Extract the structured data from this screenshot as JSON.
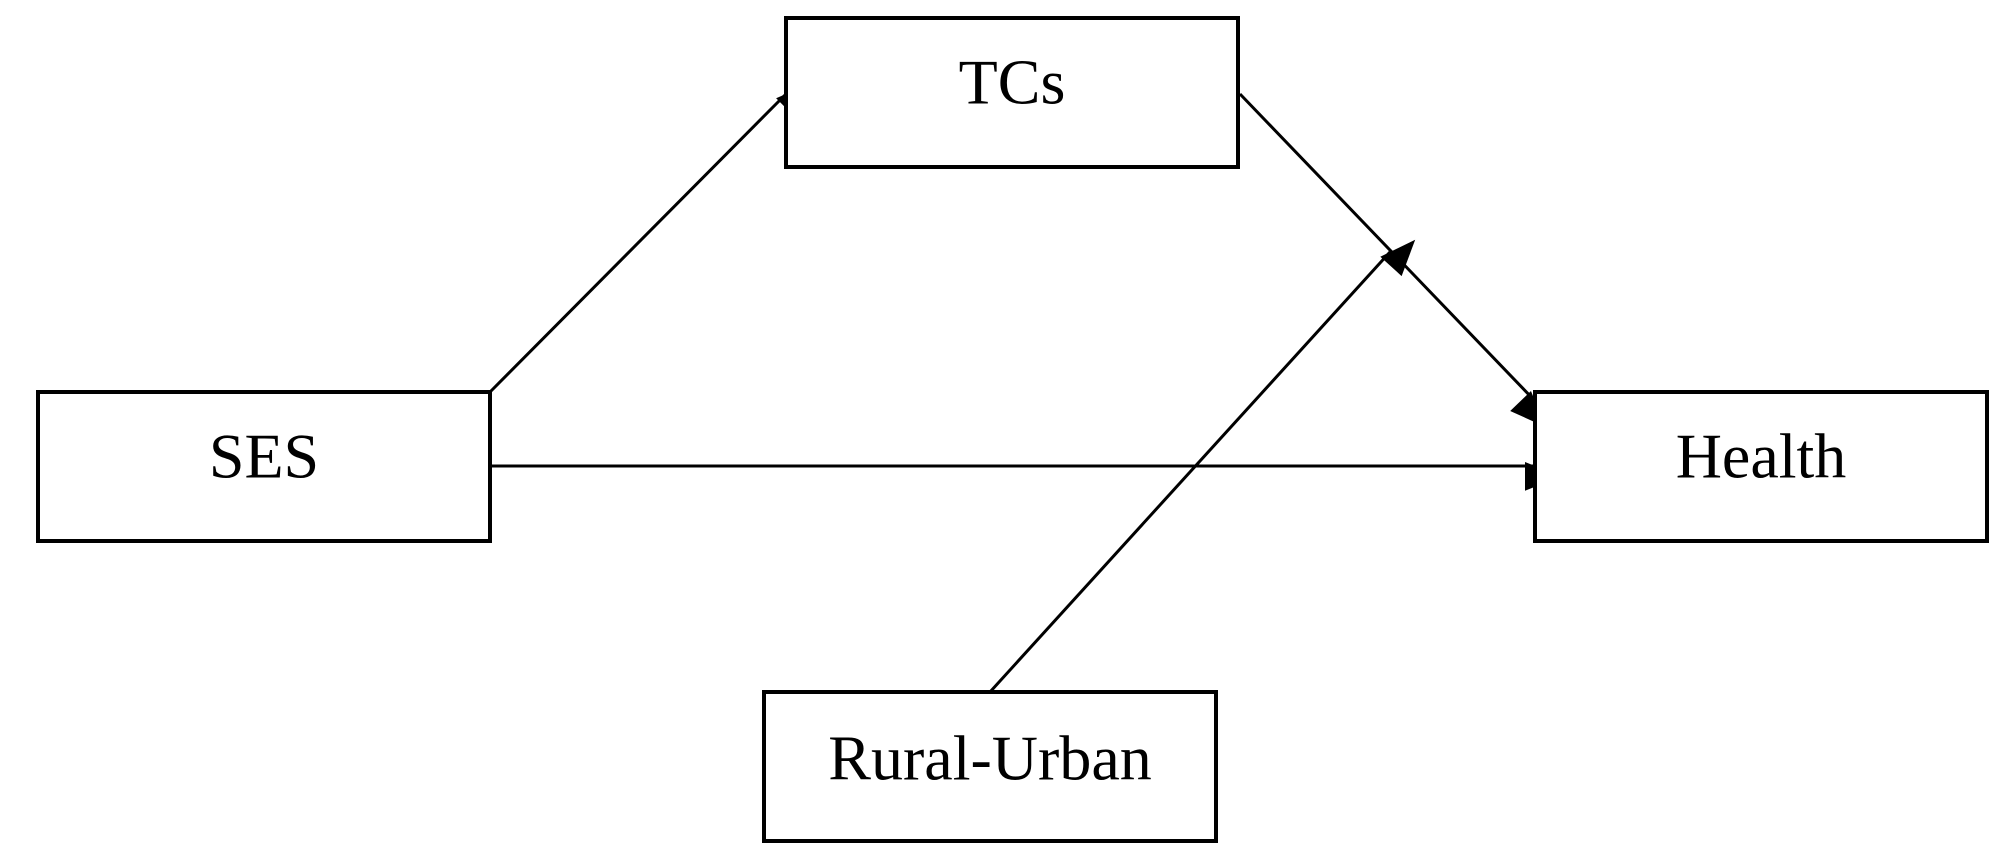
{
  "diagram": {
    "nodes": {
      "ses": {
        "label": "SES"
      },
      "tcs": {
        "label": "TCs"
      },
      "health": {
        "label": "Health"
      },
      "rural_urban": {
        "label": "Rural-Urban"
      }
    },
    "edges": [
      {
        "from": "SES",
        "to": "TCs"
      },
      {
        "from": "TCs",
        "to": "Health"
      },
      {
        "from": "SES",
        "to": "Health"
      },
      {
        "from": "Rural-Urban",
        "to": "TCs → Health path"
      }
    ],
    "colors": {
      "stroke": "#000000",
      "background": "#ffffff"
    }
  }
}
